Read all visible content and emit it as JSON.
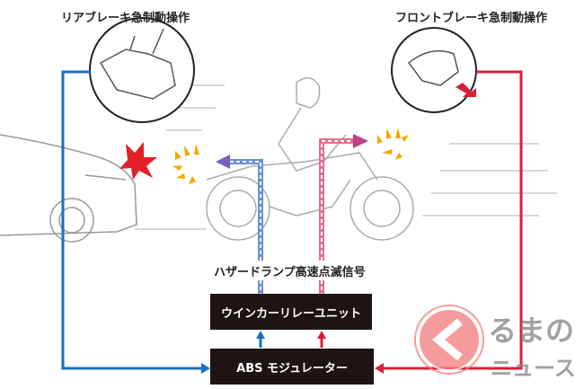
{
  "labels": {
    "rear_brake": "リアブレーキ急制動操作",
    "front_brake": "フロントブレーキ急制動操作",
    "hazard_signal": "ハザードランプ高速点滅信号"
  },
  "boxes": {
    "winker_relay": "ウインカーリレーユニット",
    "abs_modulator": "ABS モジュレーター"
  },
  "watermark": {
    "line1": "るまの",
    "line2": "ニュース"
  },
  "colors": {
    "blue": "#1a6fc0",
    "red": "#d8203a",
    "pink": "#e07090",
    "lightblue": "#6a8fd8",
    "amber": "#f2a900",
    "box": "#1e1414"
  }
}
